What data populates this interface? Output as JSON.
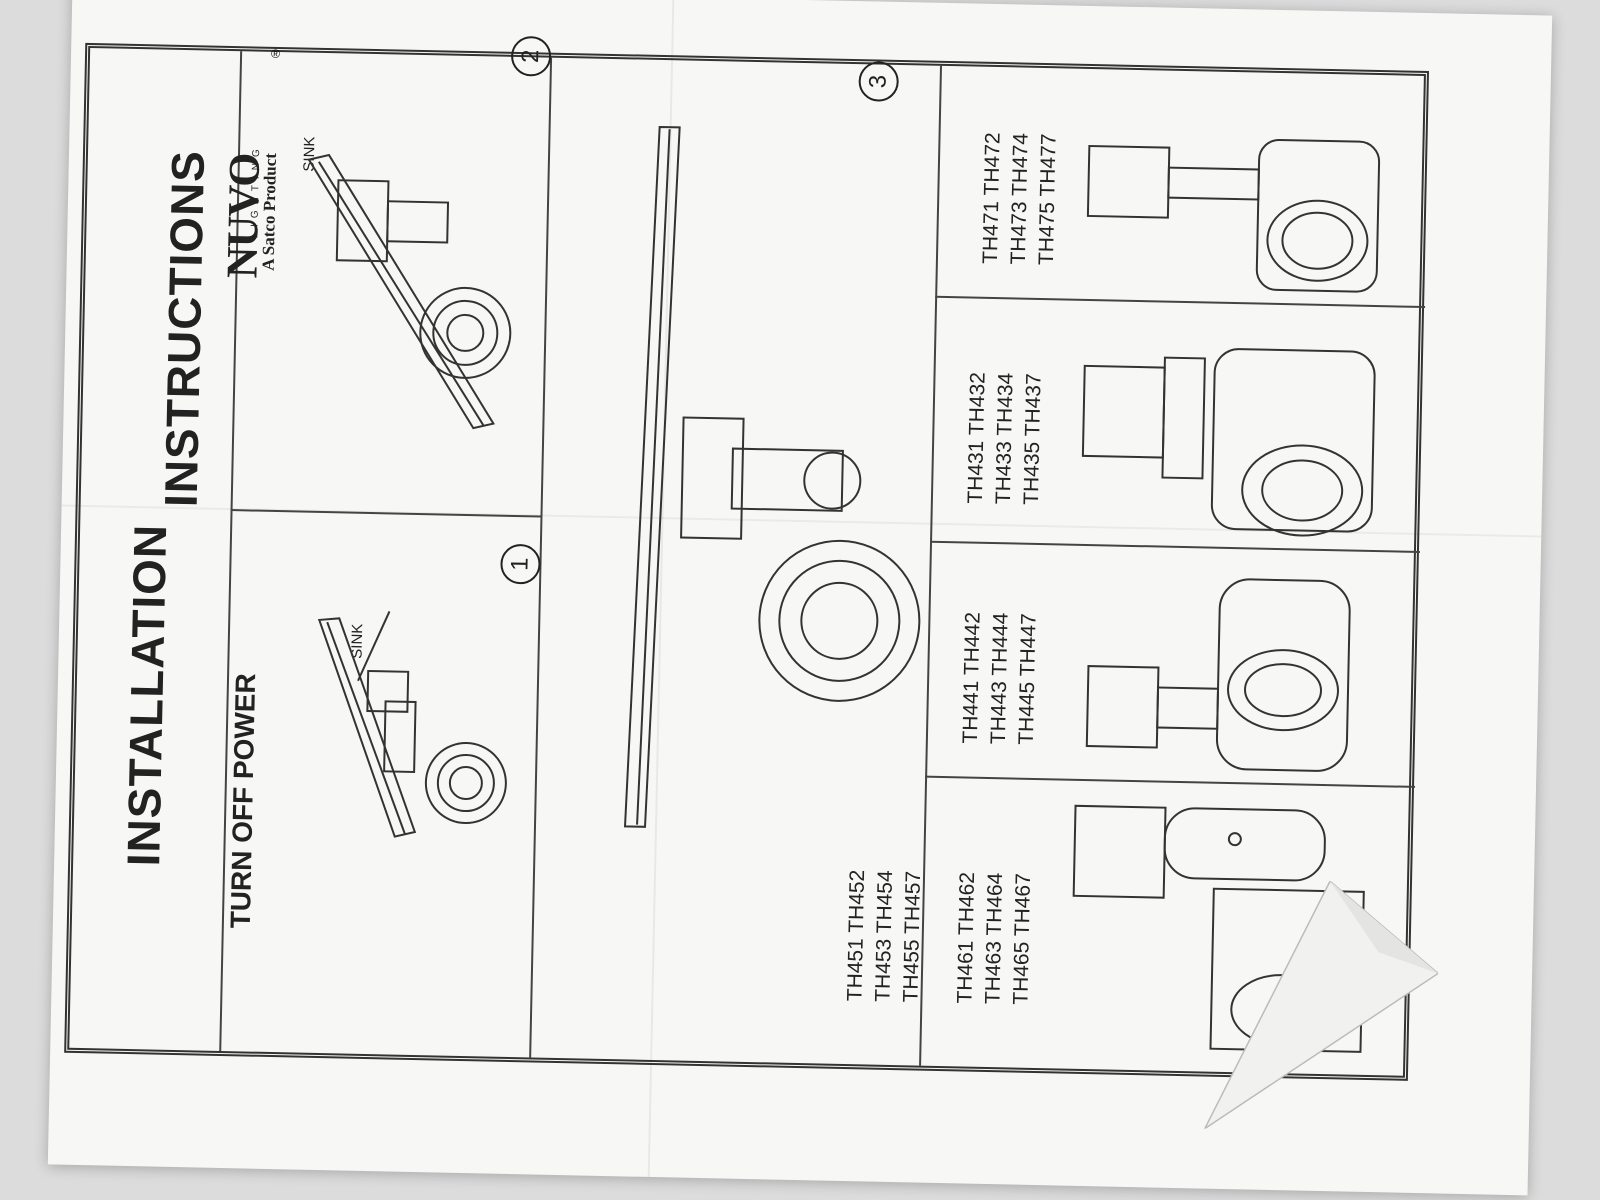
{
  "header": {
    "title_left": "INSTALLATION",
    "title_right": "INSTRUCTIONS",
    "subtitle": "TURN OFF POWER"
  },
  "brand": {
    "name": "NUVO",
    "sub": "LIGHTING",
    "tagline": "A Satco Product",
    "registered": "®"
  },
  "steps": [
    {
      "number": "1",
      "label": "SINK"
    },
    {
      "number": "2",
      "label": "SINK"
    },
    {
      "number": "3"
    }
  ],
  "models": {
    "group_a": "TH451 TH452\nTH453 TH454\nTH455 TH457",
    "group_b": "TH461 TH462\nTH463 TH464\nTH465 TH467",
    "group_c": "TH441 TH442\nTH443 TH444\nTH445 TH447",
    "group_d": "TH431 TH432\nTH433 TH434\nTH435 TH437",
    "group_e": "TH471 TH472\nTH473 TH474\nTH475 TH477"
  }
}
